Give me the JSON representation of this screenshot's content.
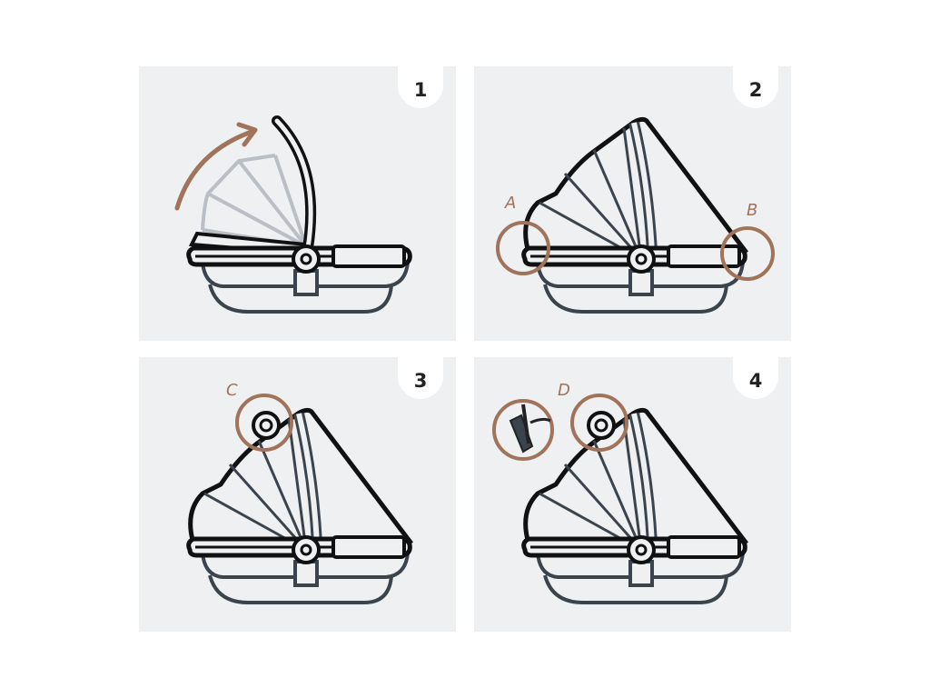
{
  "steps": [
    {
      "number": "1"
    },
    {
      "number": "2",
      "callouts": [
        "A",
        "B"
      ]
    },
    {
      "number": "3",
      "callouts": [
        "C"
      ]
    },
    {
      "number": "4",
      "callouts": [
        "D"
      ]
    }
  ],
  "colors": {
    "panel_bg": "#eef0f1",
    "outline": "#111111",
    "outline_light": "#3b434c",
    "faded": "#b9bfc5",
    "accent": "#a0735a"
  }
}
